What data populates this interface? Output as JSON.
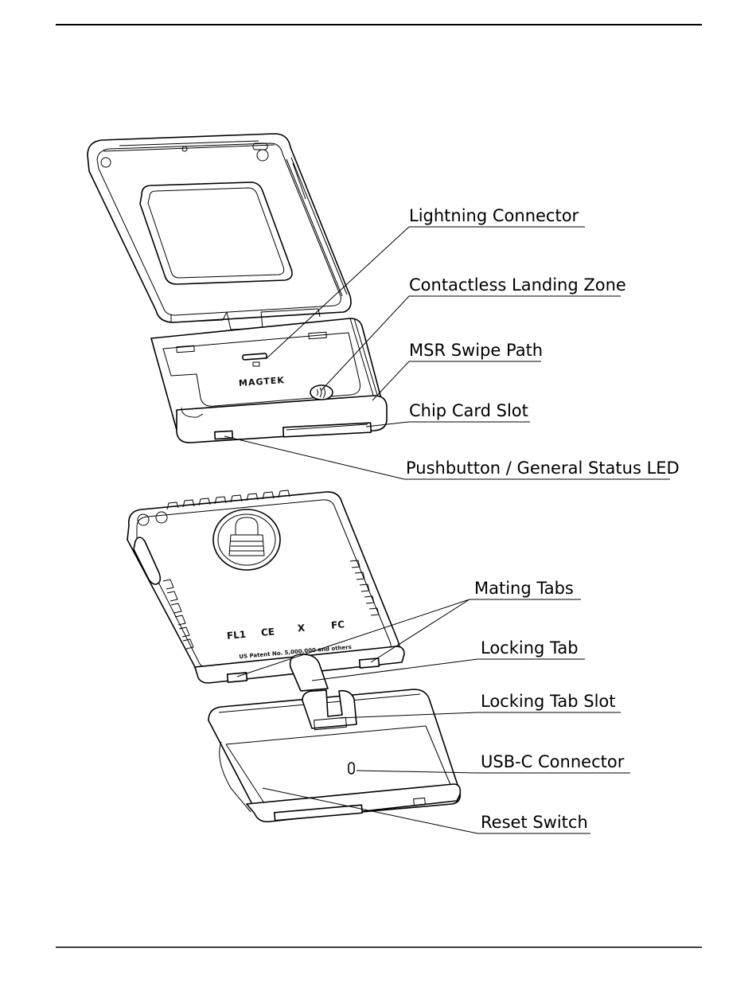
{
  "diagram": {
    "brand_label": "MAGTEK",
    "patent_text": "US Patent No. 5,000,000 and others",
    "cert_marks": [
      "FL1",
      "CE",
      "X",
      "FC"
    ],
    "callouts": [
      "Lightning Connector",
      "Contactless Landing Zone",
      "MSR Swipe Path",
      "Chip Card Slot",
      "Pushbutton / General Status LED",
      "Mating Tabs",
      "Locking Tab",
      "Locking Tab Slot",
      "USB-C Connector",
      "Reset Switch"
    ]
  }
}
